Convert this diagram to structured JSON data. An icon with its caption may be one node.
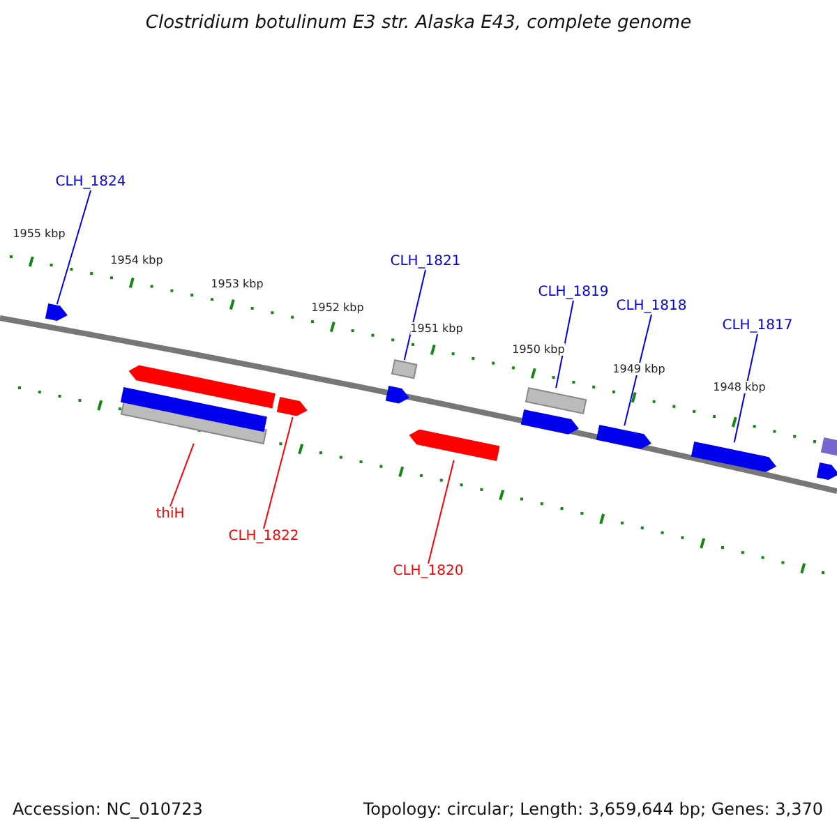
{
  "diagram": {
    "title": "Clostridium botulinum E3 str. Alaska E43, complete genome",
    "nodes": [
      {
        "text": [
          "CLH_1824"
        ]
      },
      {
        "text": [],
        "shape": "arrow"
      },
      {
        "text": [
          "CLH_1821"
        ]
      },
      {
        "text": [],
        "shape": "bar"
      },
      {
        "text": [
          "CLH_1819"
        ]
      },
      {
        "text": [],
        "shape": "bar"
      },
      {
        "text": [
          "CLH_1818"
        ]
      },
      {
        "text": [],
        "shape": "arrow"
      },
      {
        "text": [
          "CLH_1817"
        ]
      },
      {
        "text": [],
        "shape": "arrow"
      },
      {
        "text": [
          "thiH"
        ]
      },
      {
        "text": [],
        "shape": "bar"
      },
      {
        "text": [
          "CLH_1822"
        ]
      },
      {
        "text": [],
        "shape": "arrow"
      },
      {
        "text": [
          "CLH_1820"
        ]
      },
      {
        "text": [],
        "shape": "arrow"
      },
      {
        "text": [],
        "shape": "arrow"
      },
      {
        "text": [],
        "shape": "bar"
      },
      {
        "text": [],
        "shape": "arrow"
      },
      {
        "text": [],
        "shape": "arrow"
      },
      {
        "text": [],
        "shape": "bar"
      },
      {
        "text": [],
        "shape": "arrow"
      }
    ],
    "edges": [
      {
        "from": 0,
        "to": 1,
        "arrow": "none"
      },
      {
        "from": 2,
        "to": 3,
        "arrow": "none"
      },
      {
        "from": 4,
        "to": 5,
        "arrow": "none"
      },
      {
        "from": 6,
        "to": 7,
        "arrow": "none"
      },
      {
        "from": 8,
        "to": 9,
        "arrow": "none"
      },
      {
        "from": 10,
        "to": 11,
        "arrow": "none",
        "color": "#ff0000"
      },
      {
        "from": 12,
        "to": 13,
        "arrow": "none",
        "color": "#ff0000"
      },
      {
        "from": 14,
        "to": 15,
        "arrow": "none",
        "color": "#ff0000"
      }
    ],
    "labels": [
      "1955 kbp",
      "1954 kbp",
      "1953 kbp",
      "1952 kbp",
      "1951 kbp",
      "1950 kbp",
      "1949 kbp",
      "1948 kbp",
      "Accession: NC_010723",
      "Topology: circular; Length: 3,659,644 bp; Genes: 3,370"
    ]
  }
}
